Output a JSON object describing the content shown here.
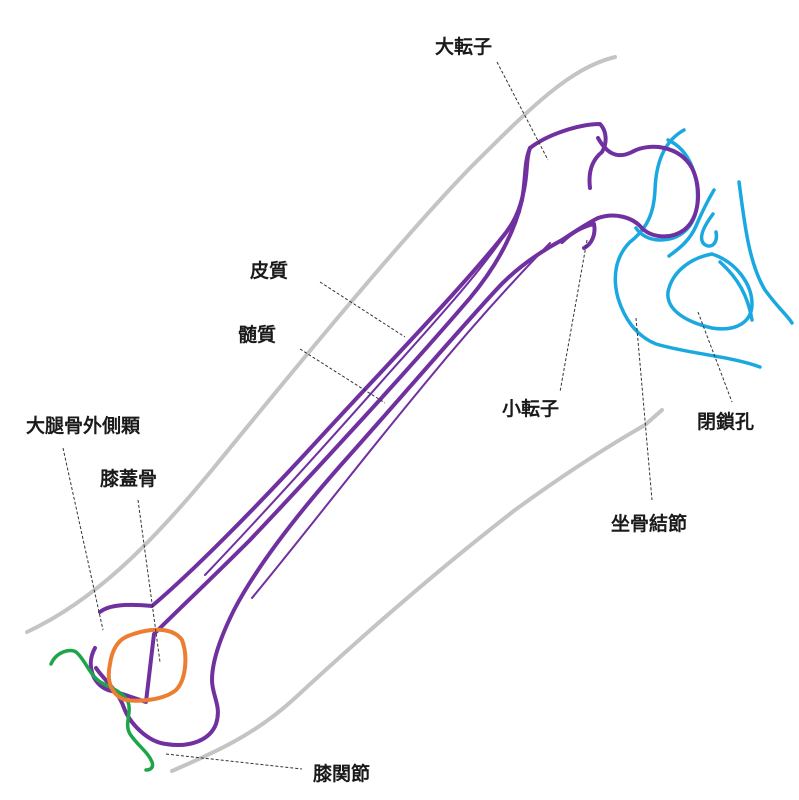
{
  "colors": {
    "skin": "#c4c4c4",
    "femur": "#7030a0",
    "pelvis": "#1aa8e0",
    "patella": "#ed7d31",
    "tibia": "#1ea54a",
    "leader": "#333333"
  },
  "labels": {
    "greater_trochanter": "大転子",
    "cortex": "皮質",
    "medulla": "髄質",
    "lesser_trochanter": "小転子",
    "obturator_foramen": "閉鎖孔",
    "lateral_condyle": "大腿骨外側顆",
    "patella": "膝蓋骨",
    "ischial_tuberosity": "坐骨結節",
    "knee_joint": "膝関節"
  }
}
